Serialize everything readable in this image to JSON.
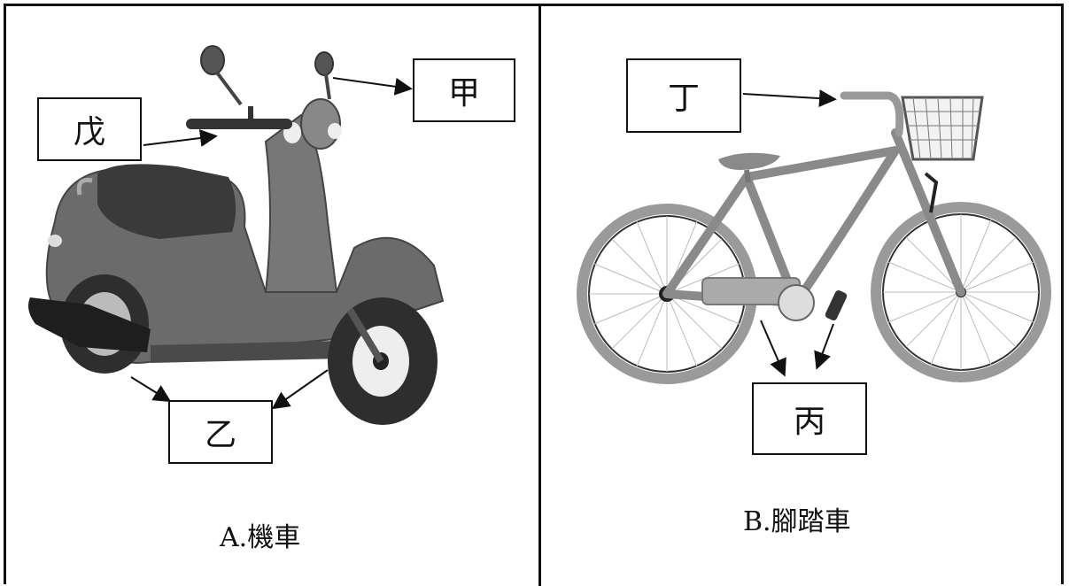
{
  "panel_a": {
    "caption": "A.機車",
    "labels": {
      "jia": "甲",
      "wu": "戊",
      "yi": "乙"
    }
  },
  "panel_b": {
    "caption": "B.腳踏車",
    "labels": {
      "ding": "丁",
      "bing": "丙"
    }
  }
}
